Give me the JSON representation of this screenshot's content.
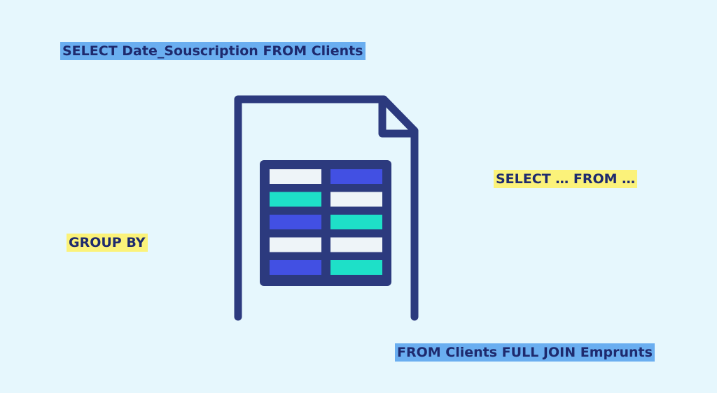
{
  "labels": {
    "select_date": "SELECT Date_Souscription FROM Clients",
    "select_from": "SELECT … FROM …",
    "group_by": "GROUP BY",
    "from_join": "FROM  Clients FULL JOIN Emprunts"
  },
  "colors": {
    "background": "#e6f7fd",
    "outline": "#2c3a7e",
    "text": "#1e2a6e",
    "highlight_blue": "#6aaef0",
    "highlight_yellow": "#fbf27a",
    "cell_blue": "#4250e3",
    "cell_teal": "#1ee0c8",
    "cell_white": "#eef4f8"
  },
  "icons": {
    "document": "spreadsheet-document-icon"
  },
  "table": {
    "rows": [
      [
        "white",
        "blue"
      ],
      [
        "teal",
        "white"
      ],
      [
        "blue",
        "teal"
      ],
      [
        "white",
        "white"
      ],
      [
        "blue",
        "teal"
      ]
    ]
  }
}
